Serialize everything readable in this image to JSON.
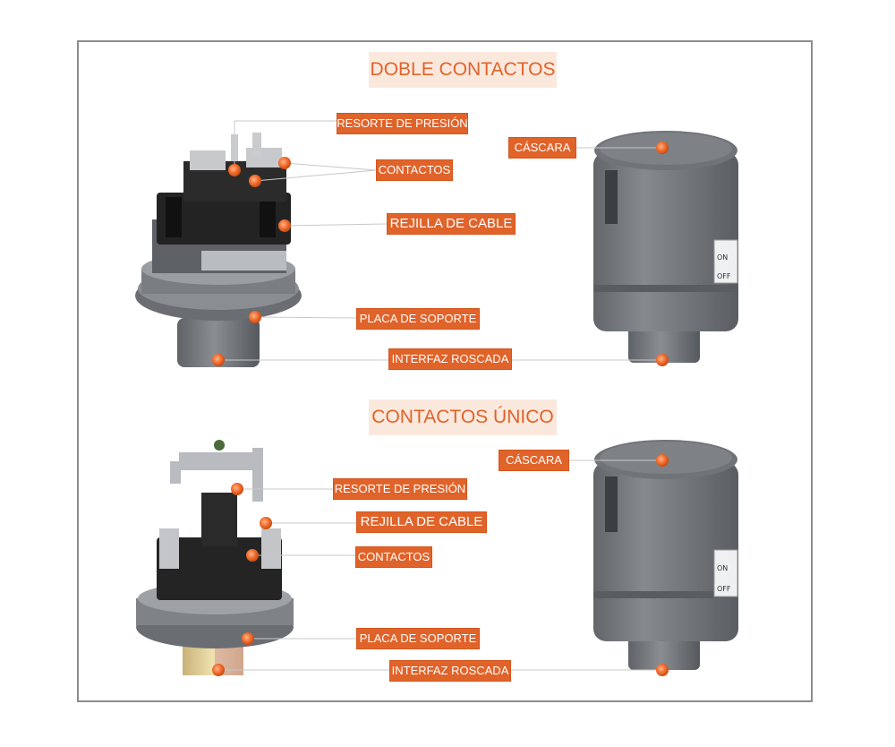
{
  "sections": [
    {
      "title": "DOBLE CONTACTOS"
    },
    {
      "title": "CONTACTOS ÚNICO"
    }
  ],
  "labels": {
    "top": {
      "spring": "RESORTE DE PRESIÓN",
      "contacts": "CONTACTOS",
      "cable_grid": "REJILLA DE CABLE",
      "support_plate": "PLACA DE SOPORTE",
      "threaded_interface": "INTERFAZ ROSCADA",
      "shell": "CÁSCARA"
    },
    "bottom": {
      "spring": "RESORTE DE PRESIÓN",
      "contacts": "CONTACTOS",
      "cable_grid": "REJILLA DE CABLE",
      "support_plate": "PLACA DE SOPORTE",
      "threaded_interface": "INTERFAZ ROSCADA",
      "shell": "CÁSCARA"
    }
  },
  "shell_plate": {
    "on": "ON",
    "off": "OFF"
  },
  "colors": {
    "accent": "#e0632a",
    "title_bg": "#fbe8dd",
    "housing": "#6f7378",
    "dark": "#222222"
  }
}
